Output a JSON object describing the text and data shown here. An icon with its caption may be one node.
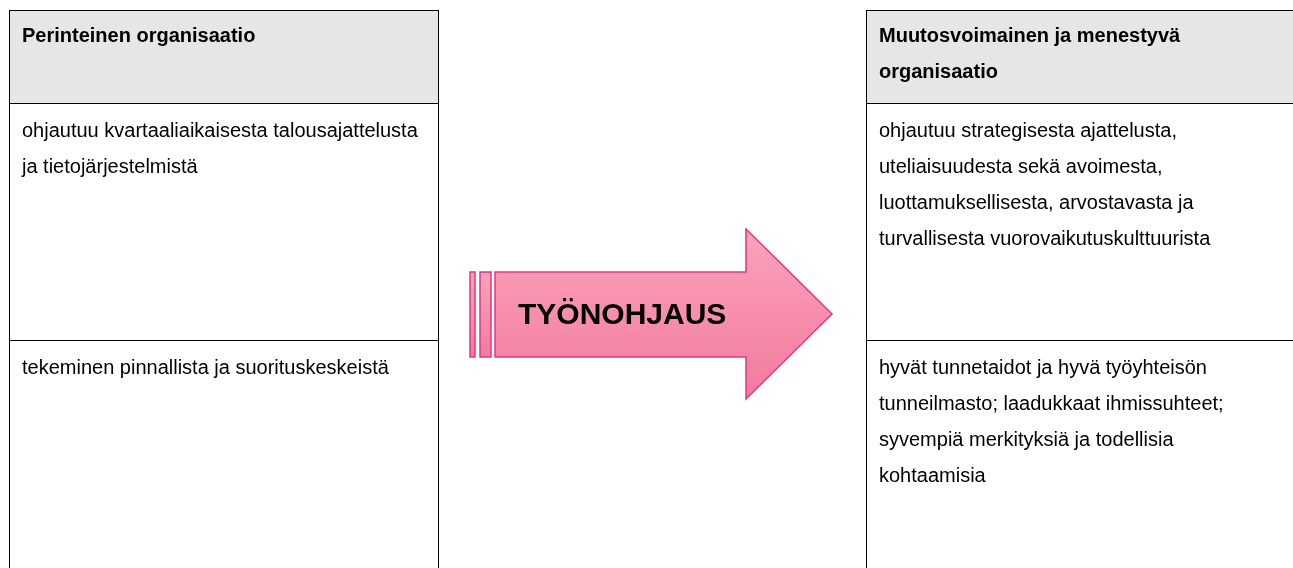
{
  "diagram": {
    "nodes": [
      {
        "text": [
          "Perinteinen organisaatio"
        ]
      },
      {
        "text": [
          "ohjautuu kvartaaliaikaisesta talousajattelusta ja tietojärjestelmistä"
        ]
      },
      {
        "text": [
          "tekeminen pinnallista ja suorituskeskeistä"
        ]
      },
      {
        "text": [
          "TYÖNOHJAUS"
        ]
      },
      {
        "text": [
          "Muutosvoimainen ja menestyvä organisaatio"
        ]
      },
      {
        "text": [
          "ohjautuu strategisesta ajattelusta, uteliaisuudesta sekä avoimesta, luottamuksellisesta, arvostavasta ja turvallisesta vuorovaikutuskulttuurista"
        ]
      },
      {
        "text": [
          "hyvät tunnetaidot ja hyvä työyhteisön tunneilmasto; laadukkaat ihmissuhteet; syvempiä merkityksiä ja todellisia kohtaamisia"
        ]
      }
    ]
  }
}
